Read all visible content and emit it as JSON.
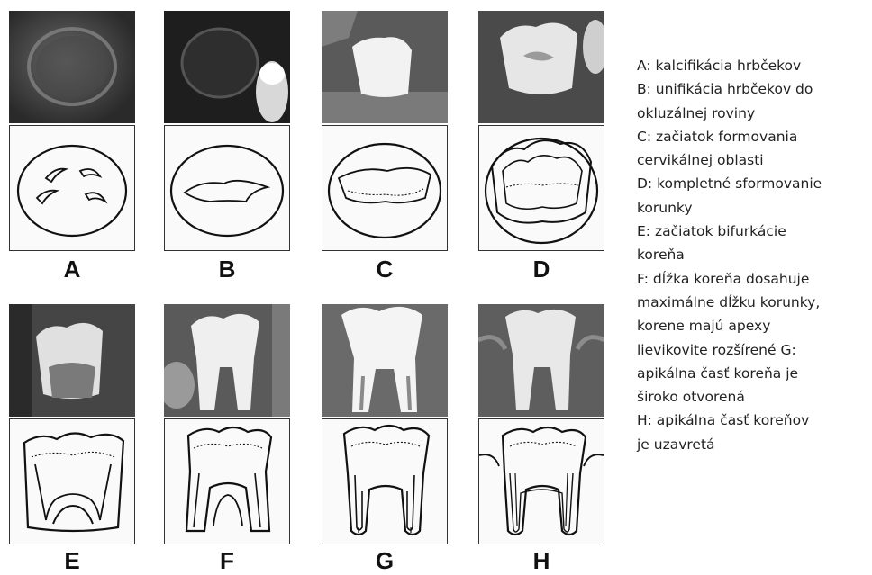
{
  "stages": [
    {
      "letter": "A"
    },
    {
      "letter": "B"
    },
    {
      "letter": "C"
    },
    {
      "letter": "D"
    },
    {
      "letter": "E"
    },
    {
      "letter": "F"
    },
    {
      "letter": "G"
    },
    {
      "letter": "H"
    }
  ],
  "legend": {
    "lines": [
      "A: kalcifikácia hrbčekov",
      "B: unifikácia hrbčekov do",
      "okluzálnej roviny",
      "C: začiatok formovania",
      "cervikálnej oblasti",
      "D: kompletné sformovanie",
      "korunky",
      "E: začiatok bifurkácie",
      "koreňa",
      "F: dĺžka koreňa dosahuje",
      "maximálne dĺžku korunky,",
      "korene majú apexy",
      "lievikovite rozšírené G:",
      "apikálna časť koreňa je",
      "široko otvorená",
      "H: apikálna časť koreňov",
      "je uzavretá"
    ]
  }
}
